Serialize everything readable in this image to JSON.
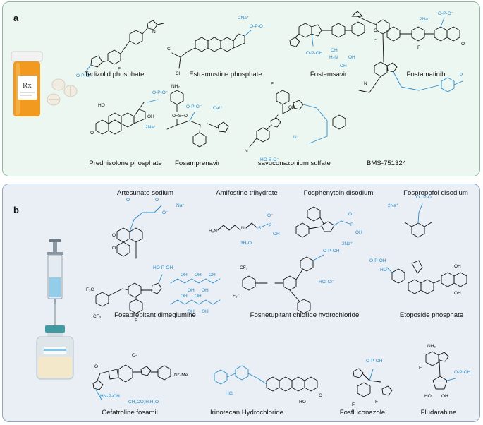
{
  "panel_a": {
    "letter": "a",
    "compounds": [
      {
        "name": "Tedizolid phosphate"
      },
      {
        "name": "Estramustine phosphate",
        "counter_ion": "2Na⁺"
      },
      {
        "name": "Fostemsavir"
      },
      {
        "name": "Fostamatinib",
        "counter_ion": "2Na⁺"
      },
      {
        "name": "Prednisolone phosphate",
        "counter_ion": "2Na⁺"
      },
      {
        "name": "Fosamprenavir",
        "counter_ion": "Ca²⁺"
      },
      {
        "name": "Isavuconazonium sulfate"
      },
      {
        "name": "BMS-751324"
      }
    ],
    "pill_label": "Rx"
  },
  "panel_b": {
    "letter": "b",
    "compounds": [
      {
        "name": "Artesunate sodium",
        "counter_ion": "Na⁺"
      },
      {
        "name": "Amifostine trihydrate",
        "counter_ion": "3H₂O"
      },
      {
        "name": "Fosphenytoin disodium",
        "counter_ion": "2Na⁺"
      },
      {
        "name": "Fospropofol disodium",
        "counter_ion": "2Na⁺"
      },
      {
        "name": "Fosaprepitant dimeglumine"
      },
      {
        "name": "Fosnetupitant chloride hydrochloride",
        "counter_ion": "HCl·Cl⁻"
      },
      {
        "name": "Etoposide phosphate"
      },
      {
        "name": "Cefatroline fosamil",
        "counter_ion": "CH₃CO₂H.H₂O"
      },
      {
        "name": "Irinotecan Hydrochloride",
        "counter_ion": "HCl"
      },
      {
        "name": "Fosfluconazole"
      },
      {
        "name": "Fludarabine"
      }
    ]
  }
}
